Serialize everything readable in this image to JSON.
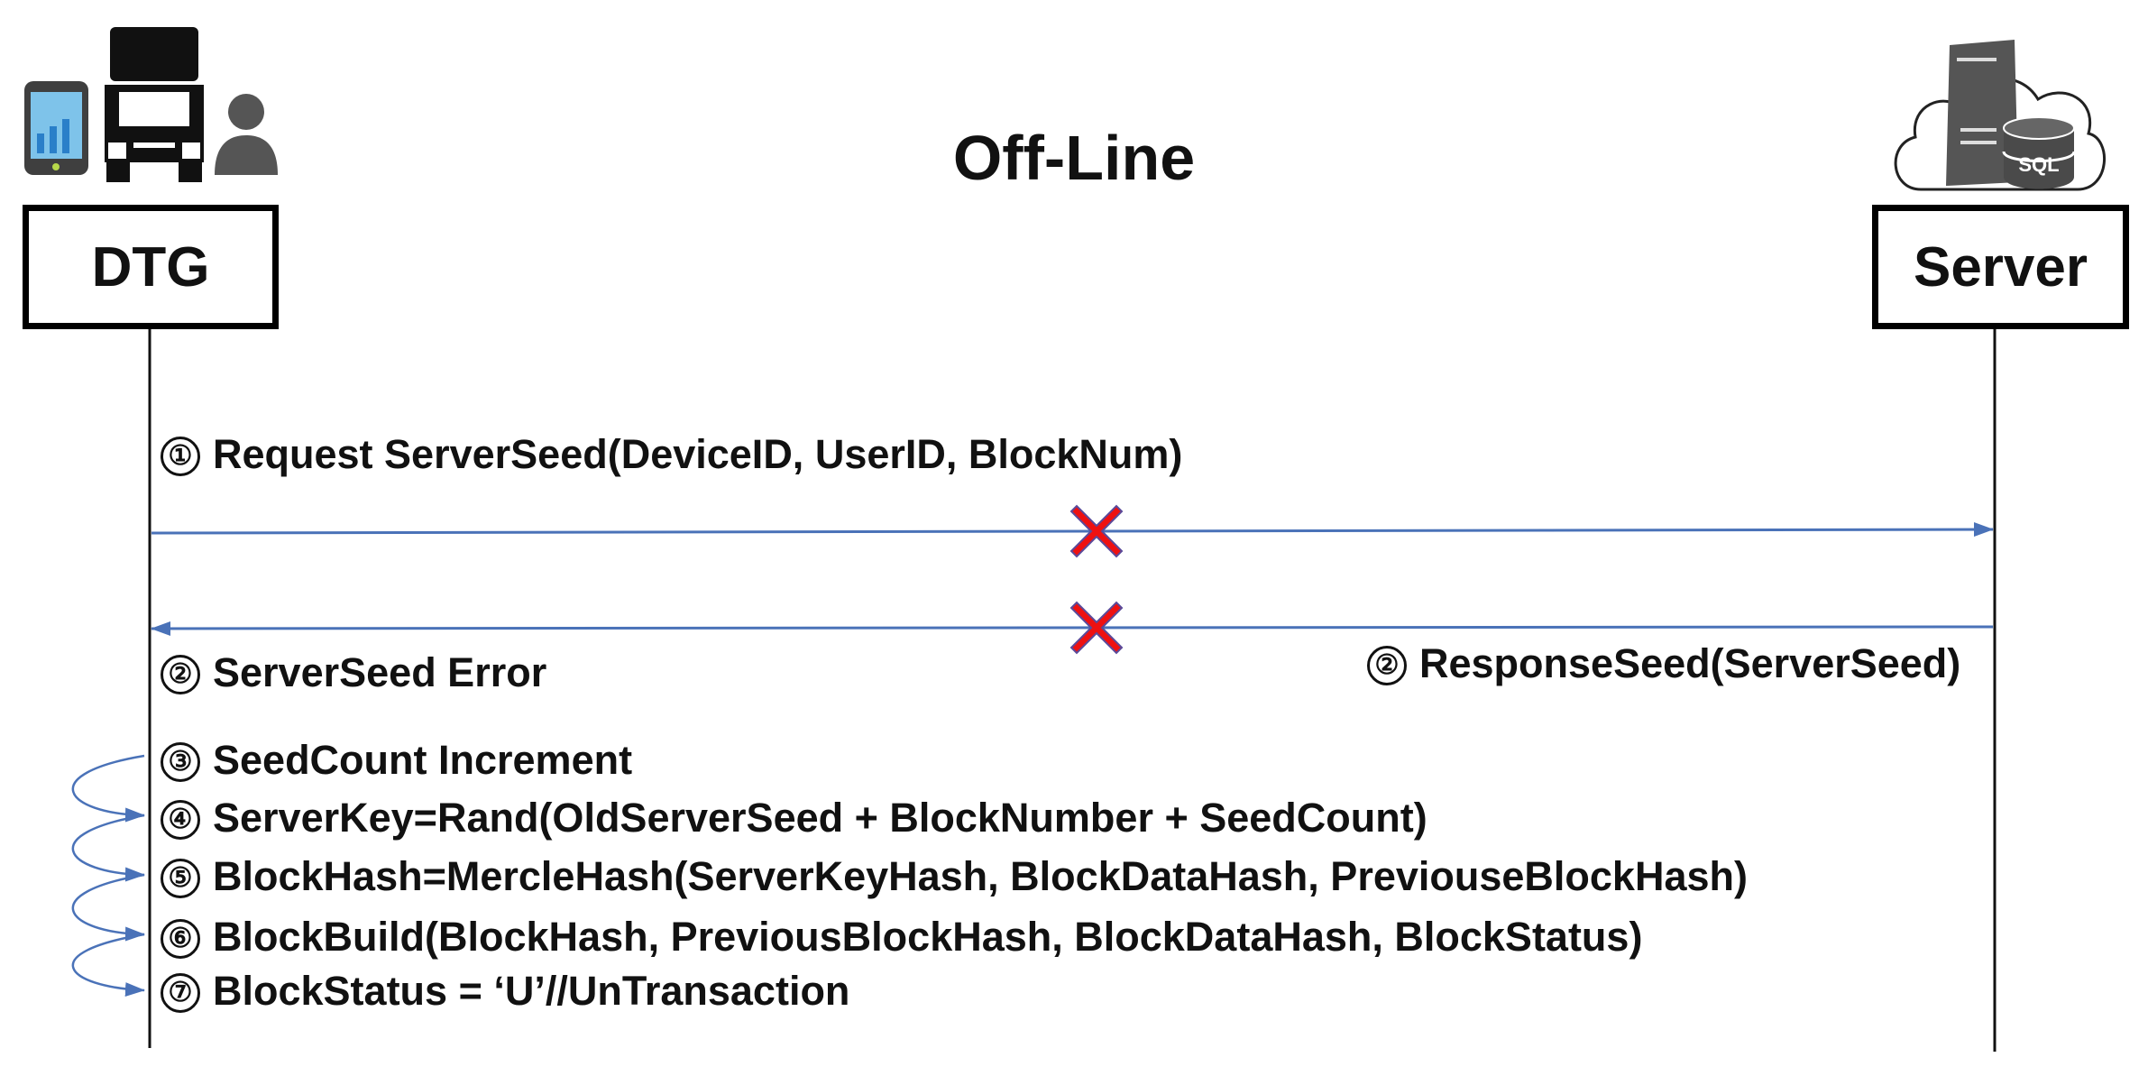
{
  "diagram": {
    "title": "Off-Line",
    "participants": {
      "dtg": {
        "label": "DTG",
        "icons": [
          "smartphone-icon",
          "truck-icon",
          "person-icon"
        ]
      },
      "server": {
        "label": "Server",
        "icons": [
          "server-icon",
          "cloud-icon",
          "sql-database-icon"
        ],
        "db_label": "SQL"
      }
    },
    "messages": [
      {
        "num": "①",
        "text": "Request ServerSeed(DeviceID, UserID, BlockNum)",
        "from": "DTG",
        "to": "Server",
        "status": "failed"
      },
      {
        "num": "②",
        "text": "ResponseSeed(ServerSeed)",
        "from": "Server",
        "to": "DTG",
        "status": "failed"
      }
    ],
    "error_note": {
      "num": "②",
      "text": "ServerSeed Error"
    },
    "local_steps": [
      {
        "num": "③",
        "text": "SeedCount Increment"
      },
      {
        "num": "④",
        "text": "ServerKey=Rand(OldServerSeed + BlockNumber + SeedCount)"
      },
      {
        "num": "⑤",
        "text": "BlockHash=MercleHash(ServerKeyHash, BlockDataHash, PreviouseBlockHash)"
      },
      {
        "num": "⑥",
        "text": "BlockBuild(BlockHash, PreviousBlockHash, BlockDataHash, BlockStatus)"
      },
      {
        "num": "⑦",
        "text": "BlockStatus = ‘U’//UnTransaction"
      }
    ],
    "colors": {
      "arrow": "#4a72b8",
      "failure_mark": "#ee1111",
      "failure_outline": "#5a4a9a",
      "lifeline": "#111111",
      "icon_dark": "#111111",
      "icon_gray": "#555555"
    }
  }
}
